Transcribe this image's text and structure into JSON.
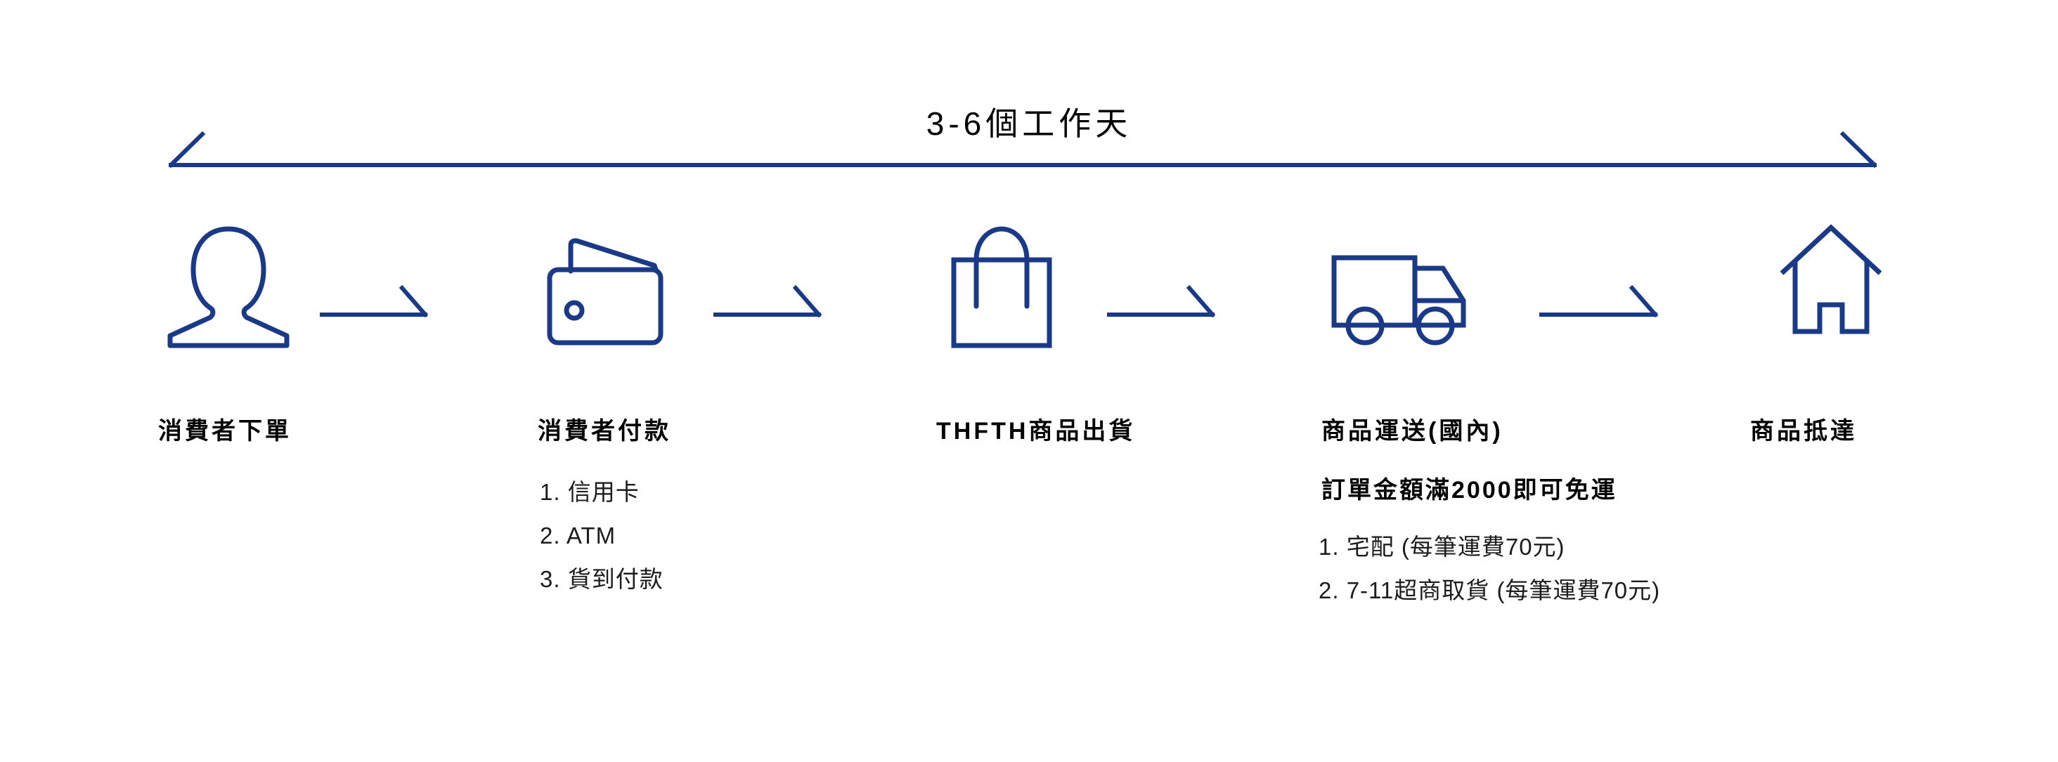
{
  "theme": {
    "accent_blue": "#1a3a87",
    "text_black": "#000000",
    "background": "#ffffff"
  },
  "header": {
    "duration_label": "3-6個工作天",
    "bracket_icon": "span-bracket-icon"
  },
  "flow": {
    "arrow_icon_name": "arrow-right-icon",
    "steps": [
      {
        "id": "step-1",
        "icon": "person-icon",
        "heading": "消費者下單",
        "heading_line2": null,
        "details": []
      },
      {
        "id": "step-2",
        "icon": "wallet-icon",
        "heading": "消費者付款",
        "heading_line2": null,
        "details": [
          "1. 信用卡",
          "2. ATM",
          "3. 貨到付款"
        ]
      },
      {
        "id": "step-3",
        "icon": "shopping-bag-icon",
        "heading": "THFTH商品出貨",
        "heading_line2": null,
        "details": []
      },
      {
        "id": "step-4",
        "icon": "delivery-truck-icon",
        "heading": "商品運送(國內)",
        "heading_line2": "訂單金額滿2000即可免運",
        "details": [
          "1. 宅配 (每筆運費70元)",
          "2. 7-11超商取貨 (每筆運費70元)"
        ]
      },
      {
        "id": "step-5",
        "icon": "house-icon",
        "heading": "商品抵達",
        "heading_line2": null,
        "details": []
      }
    ]
  }
}
